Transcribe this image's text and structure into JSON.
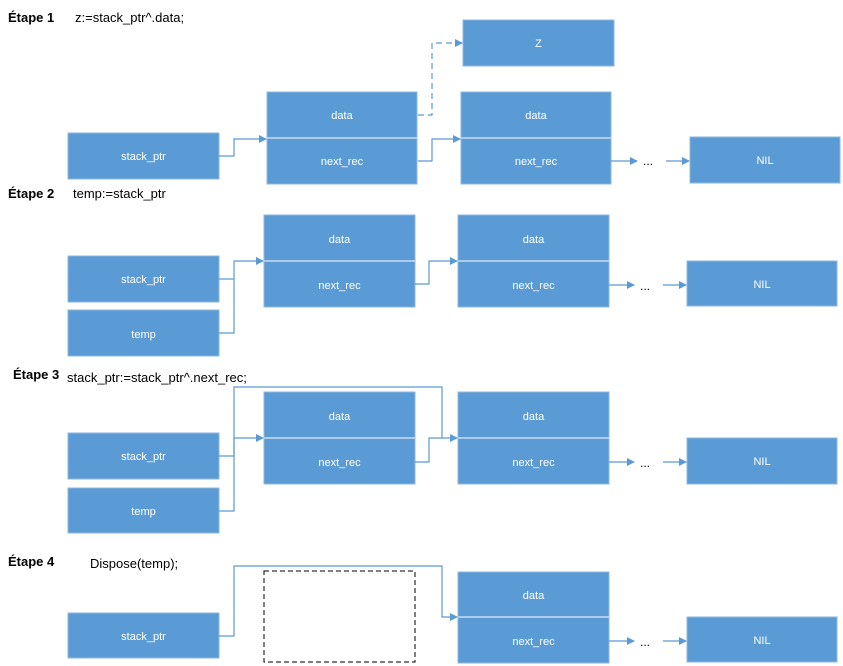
{
  "steps": [
    {
      "label": "Étape 1",
      "code": "z:=stack_ptr^.data;"
    },
    {
      "label": "Étape 2",
      "code": "temp:=stack_ptr"
    },
    {
      "label": "Étape 3",
      "code": "stack_ptr:=stack_ptr^.next_rec;"
    },
    {
      "label": "Étape 4",
      "code": "Dispose(temp);"
    }
  ],
  "labels": {
    "stack_ptr": "stack_ptr",
    "temp": "temp",
    "data": "data",
    "next_rec": "next_rec",
    "nil": "NIL",
    "z": "Z",
    "ellipsis": "..."
  },
  "colors": {
    "box_fill": "#5b9bd5",
    "wire": "#5b9bd5",
    "freed_border": "#000000"
  }
}
